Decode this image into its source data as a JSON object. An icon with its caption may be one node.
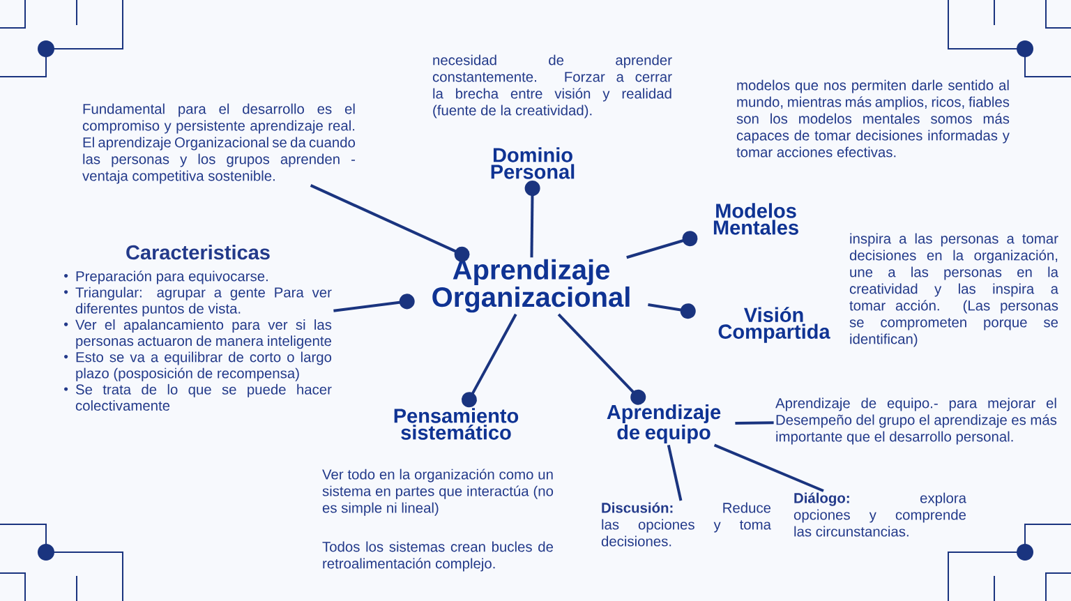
{
  "diagram": {
    "nodes": [
      {
        "text": [
          "Aprendizaje Organizacional"
        ]
      },
      {
        "text": [
          "Fundamental para el desarrollo es el compromiso y persistente aprendizaje real. El aprendizaje Organizacional se da cuando las personas y los grupos aprenden - ventaja competitiva sostenible."
        ]
      },
      {
        "text": [
          "Caracteristicas",
          "Preparación para equivocarse.",
          "Triangular: agrupar a gente Para ver diferentes puntos de vista.",
          "Ver el apalancamiento para ver si las personas actuaron de manera inteligente",
          "Esto se va a equilibrar de corto o largo plazo (posposición de recompensa)",
          "Se trata de lo que se puede hacer colectivamente"
        ]
      },
      {
        "text": [
          "Dominio Personal"
        ],
        "beside": [
          "necesidad de aprender constantemente. Forzar a cerrar la brecha entre visión y realidad (fuente de la creatividad)."
        ]
      },
      {
        "text": [
          "Modelos Mentales"
        ]
      },
      {
        "text": [
          "Visión Compartida"
        ],
        "beside": [
          "inspira a las personas a tomar decisiones en la organización, une a las personas en la creatividad y las inspira a tomar acción. (Las personas se comprometen porque se identifican)"
        ]
      },
      {
        "text": [
          "Pensamiento sistemático"
        ],
        "beside": [
          "Ver todo en la organización como un sistema en partes que interactúa (no es simple ni lineal)",
          "Todos los sistemas crean bucles de retroalimentación complejo."
        ]
      },
      {
        "text": [
          "Aprendizaje de equipo"
        ]
      },
      {
        "text": [
          "Aprendizaje de equipo.- para mejorar el Desempeño del grupo el aprendizaje es más importante que el desarrollo personal."
        ]
      },
      {
        "text": [
          "**Discusión:** Reduce las opciones y toma decisiones."
        ]
      },
      {
        "text": [
          "**Diálogo:** explora opciones y comprende las circunstancias."
        ]
      }
    ],
    "edges": [
      {
        "from": 1,
        "to": 0,
        "arrow": "other"
      },
      {
        "from": 2,
        "to": 0,
        "arrow": "other"
      },
      {
        "from": 0,
        "to": 3,
        "arrow": "other"
      },
      {
        "from": 0,
        "to": 4,
        "arrow": "other"
      },
      {
        "from": 0,
        "to": 5,
        "arrow": "other"
      },
      {
        "from": 0,
        "to": 6,
        "arrow": "other"
      },
      {
        "from": 0,
        "to": 7,
        "arrow": "other"
      },
      {
        "from": 7,
        "to": 8,
        "arrow": "none"
      },
      {
        "from": 7,
        "to": 9,
        "arrow": "none"
      },
      {
        "from": 7,
        "to": 10,
        "arrow": "none"
      }
    ],
    "labels": [
      "modelos que nos permiten darle sentido al mundo, mientras más amplios, ricos, fiables son los modelos mentales somos más capaces de tomar decisiones informadas y tomar acciones efectivas."
    ]
  }
}
